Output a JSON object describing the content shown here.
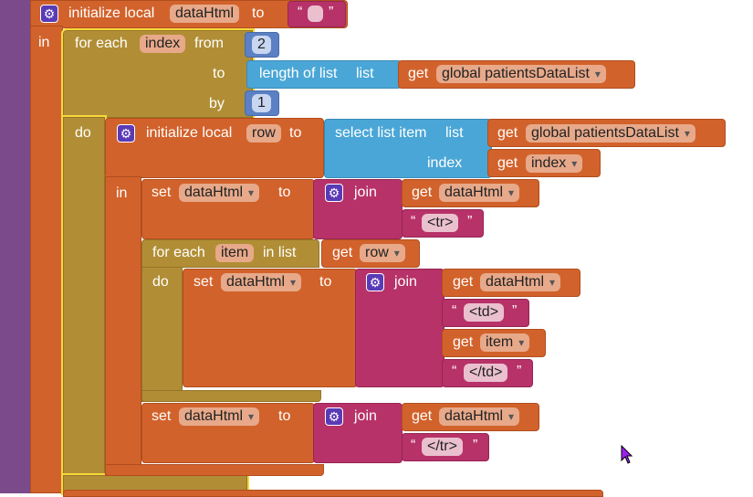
{
  "blocks": {
    "init_data_html": {
      "initialize_local": "initialize local",
      "var": "dataHtml",
      "to": "to",
      "in": "in"
    },
    "empty_string": {
      "open": "“",
      "close": "”"
    },
    "for_range": {
      "for_each": "for each",
      "var": "index",
      "from": "from",
      "to": "to",
      "by": "by",
      "do": "do",
      "from_value": "2",
      "by_value": "1"
    },
    "length_of_list": {
      "label": "length of list",
      "list": "list"
    },
    "get_patients_1": {
      "get": "get",
      "var": "global patientsDataList"
    },
    "init_row": {
      "initialize_local": "initialize local",
      "var": "row",
      "to": "to",
      "in": "in"
    },
    "select_list_item": {
      "label": "select list item",
      "list": "list",
      "index": "index"
    },
    "get_patients_2": {
      "get": "get",
      "var": "global patientsDataList"
    },
    "get_index": {
      "get": "get",
      "var": "index"
    },
    "set1": {
      "set": "set",
      "var": "dataHtml",
      "to": "to",
      "join": "join",
      "get": "get",
      "get_var": "dataHtml",
      "str_open": "“",
      "str_close": "”",
      "str": "<tr>"
    },
    "for_each_item": {
      "for_each": "for each",
      "var": "item",
      "in_list": "in list",
      "do": "do",
      "get": "get",
      "get_var": "row"
    },
    "set2": {
      "set": "set",
      "var": "dataHtml",
      "to": "to",
      "join": "join",
      "get": "get",
      "get_var": "dataHtml",
      "str1": "<td>",
      "get2": "get",
      "get2_var": "item",
      "str2": "</td>",
      "str_open": "“",
      "str_close": "”"
    },
    "set3": {
      "set": "set",
      "var": "dataHtml",
      "to": "to",
      "join": "join",
      "get": "get",
      "get_var": "dataHtml",
      "str": "</tr>",
      "str_open": "“",
      "str_close": "”"
    }
  },
  "icons": {
    "gear": "gear-icon",
    "cursor": "mouse-pointer-icon"
  },
  "colors": {
    "variables": "#d2622b",
    "control": "#b18e35",
    "text": "#b73268",
    "lists": "#4aa6d6",
    "math": "#5b80c4",
    "sidebar": "#7b4a8a"
  }
}
